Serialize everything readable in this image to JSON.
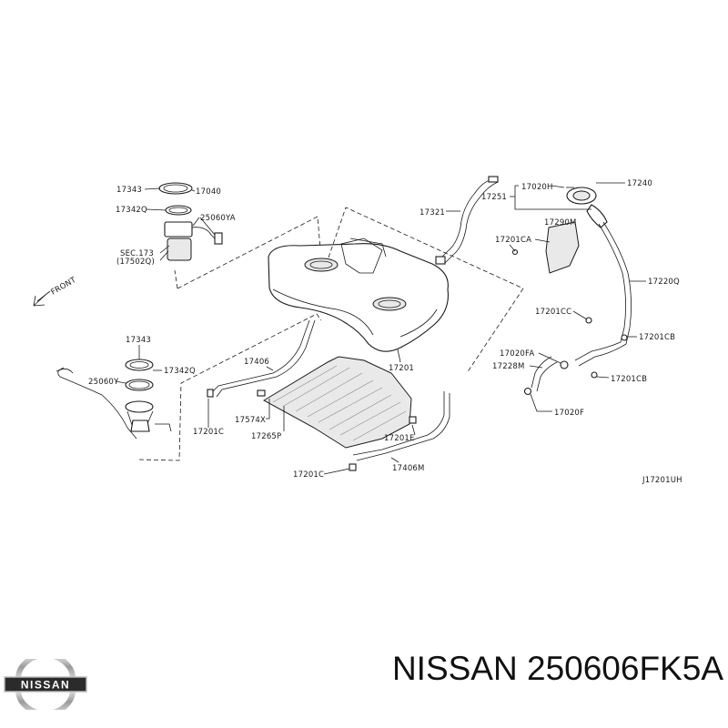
{
  "diagram": {
    "direction_label": "FRONT",
    "diagram_code": "J17201UH",
    "part_labels": {
      "p1": "17343",
      "p2": "17040",
      "p3": "17342Q",
      "p4": "25060YA",
      "p5": "SEC.173",
      "p6": "(17502Q)",
      "p7": "17321",
      "p8": "17251",
      "p9": "17020H",
      "p10": "17240",
      "p11": "17290M",
      "p12": "17201CA",
      "p13": "17220Q",
      "p14": "17201CC",
      "p15": "17201CB",
      "p16": "17020FA",
      "p17": "17228M",
      "p18": "17201CB",
      "p19": "17020F",
      "p20": "17201",
      "p21": "17343",
      "p22": "17342Q",
      "p23": "25060Y",
      "p24": "17406",
      "p25": "17201C",
      "p26": "17574X",
      "p27": "17265P",
      "p28": "17201E",
      "p29": "17201C",
      "p30": "17406M"
    }
  },
  "brand": {
    "logo_text": "NISSAN"
  },
  "caption": {
    "text": "NISSAN 250606FK5A"
  }
}
